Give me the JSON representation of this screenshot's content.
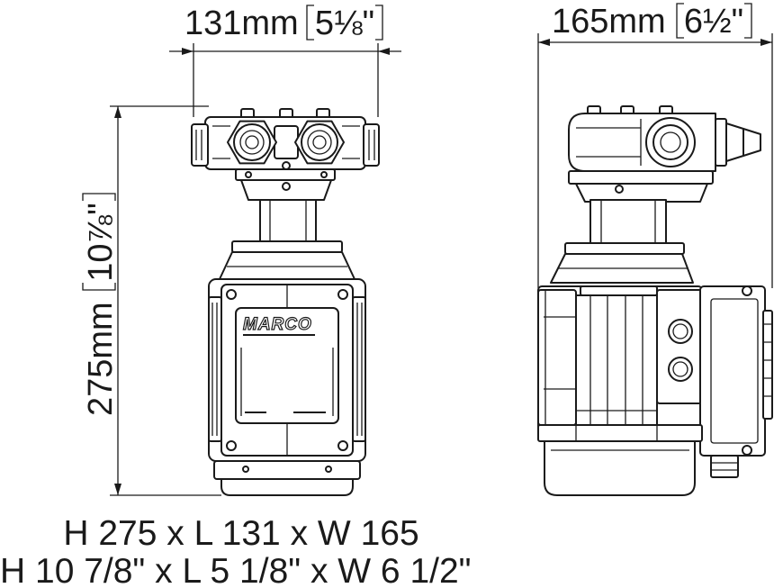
{
  "dimensions": {
    "length": {
      "metric": "131mm",
      "imperial": "5⅛\""
    },
    "width": {
      "metric": "165mm",
      "imperial": "6½\""
    },
    "height": {
      "metric": "275mm",
      "imperial": "10⅞\""
    }
  },
  "summary": {
    "metric": "H 275 x L 131 x W 165",
    "imperial": "H 10 7/8\" x L 5 1/8\" x W 6 1/2\""
  },
  "logo": {
    "brand": "MARCO"
  },
  "colors": {
    "line": "#1a1a1a",
    "background": "#ffffff"
  }
}
